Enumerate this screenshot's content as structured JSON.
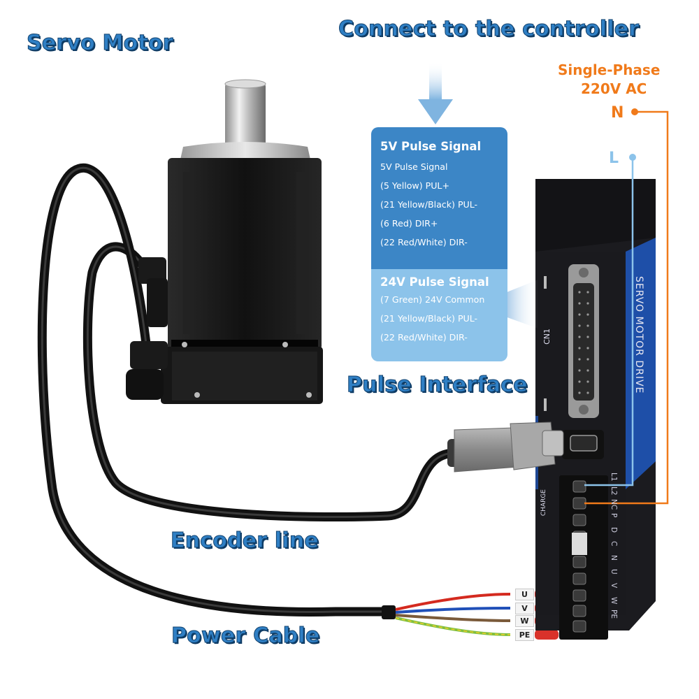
{
  "labels": {
    "servo_motor": "Servo Motor",
    "connect_controller": "Connect to the controller",
    "pulse_interface": "Pulse Interface",
    "encoder_line": "Encoder line",
    "power_cable": "Power Cable"
  },
  "power_supply": {
    "line1": "Single-Phase",
    "line2": "220V AC",
    "n": "N",
    "l": "L"
  },
  "pulse_5v": {
    "heading": "5V Pulse Signal",
    "lines": [
      "5V Pulse Signal",
      "(5 Yellow) PUL+",
      "(21 Yellow/Black) PUL-",
      "(6 Red) DIR+",
      "(22 Red/White) DIR-"
    ]
  },
  "pulse_24v": {
    "heading": "24V Pulse Signal",
    "lines": [
      "(7 Green) 24V Common",
      "(21 Yellow/Black) PUL-",
      "(22 Red/White) DIR-"
    ]
  },
  "drive": {
    "title": "SERVO MOTOR DRIVE",
    "cn1": "CN1",
    "charge": "CHARGE",
    "terminals": [
      "L1",
      "L2",
      "NC",
      "P",
      "D",
      "C",
      "N",
      "U",
      "V",
      "W",
      "PE"
    ]
  },
  "wire_tags": [
    "U",
    "V",
    "W",
    "PE"
  ],
  "colors": {
    "label_blue": "#2f7fc4",
    "label_outline": "#12426e",
    "supply_orange": "#f07a1a",
    "supply_blue": "#8cc3ea",
    "panel_dark": "#3c86c6",
    "panel_light": "#8cc3ea",
    "drive_body": "#1b1b1f",
    "drive_accent": "#1e4fa8",
    "wire_u": "#d42a1f",
    "wire_v": "#1f4fb8",
    "wire_w": "#7a5a3a",
    "wire_pe": "#7fbf3f"
  }
}
